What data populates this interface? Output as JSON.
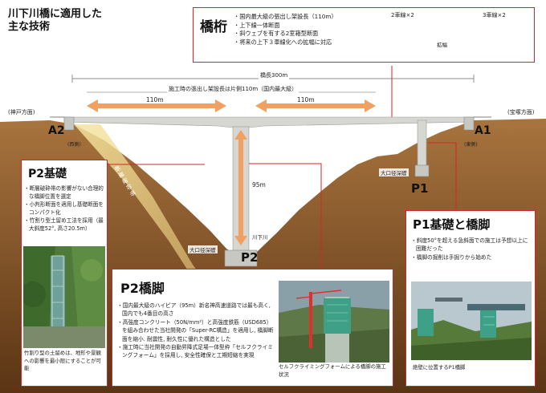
{
  "main_title": "川下川橋に適用した\n主な技術",
  "girder": {
    "heading": "橋桁",
    "items": [
      "国内最大級の張出し架設長（110m）",
      "上下線一体断面",
      "斜ウェブを有する2室箱型断面",
      "将来の上下３車線化への拡幅に対応"
    ],
    "section_before": "2車線×2",
    "section_after": "3車線×2",
    "widen_label": "拡幅"
  },
  "diagram": {
    "bridge_length": "橋長300m",
    "cantilever_note": "施工時の張出し架設長は片側110m（国内最大級）",
    "span_left": "110m",
    "span_right": "110m",
    "height": "95m",
    "direction_left": "(神戸方面)",
    "direction_right": "(宝塚方面)",
    "abutment_left": "A2",
    "abutment_left_side": "(西側)",
    "abutment_right": "A1",
    "abutment_right_side": "(東側)",
    "fault_zone": "断層破砕帯",
    "p1_caisson": "大口径深礎",
    "p2_caisson": "大口径深礎",
    "river": "川下川",
    "pier_p1": "P1",
    "pier_p2": "P2"
  },
  "p2_foundation": {
    "heading": "P2基礎",
    "items": [
      "断層破砕帯の影響がない合理的な橋脚位置を選定",
      "小判形断面を適用し基礎断面をコンパクト化",
      "竹割り型土留め工法を採用（最大斜度52°, 高さ20.5m）"
    ],
    "photo_caption": "竹割り型の土留めは、地形や景観への影響を最小限にすることが可能"
  },
  "p2_pier": {
    "heading": "P2橋脚",
    "items": [
      "国内最大級のハイピア（95m）新名神高速道路では最も高く, 国内でも4番目の高さ",
      "高強度コンクリート（50N/mm²）と高強度鉄筋（USD685）を組み合わせた当社開発の「Super-RC構造」を適用し, 橋脚断面を縮小. 耐震性, 耐久性に優れた構造とした",
      "施工時に当社開発の自動昇降式足場一体型枠「セルフクライミングフォーム」を採用し, 安全性確保と工期短縮を実現"
    ],
    "photo_caption": "セルフクライミングフォームによる橋脚の施工状況"
  },
  "p1": {
    "heading": "P1基礎と橋脚",
    "items": [
      "斜度50°を超える急斜面での施工は予想以上に困難だった",
      "橋脚の掘削は手掘りから始めた"
    ],
    "photo_caption": "絶壁に位置するP1橋脚"
  },
  "colors": {
    "accent_red": "#d8232a",
    "arrow_orange": "#f0a060",
    "ground_brown": "#7a4a20",
    "concrete": "#d7d7d2"
  }
}
